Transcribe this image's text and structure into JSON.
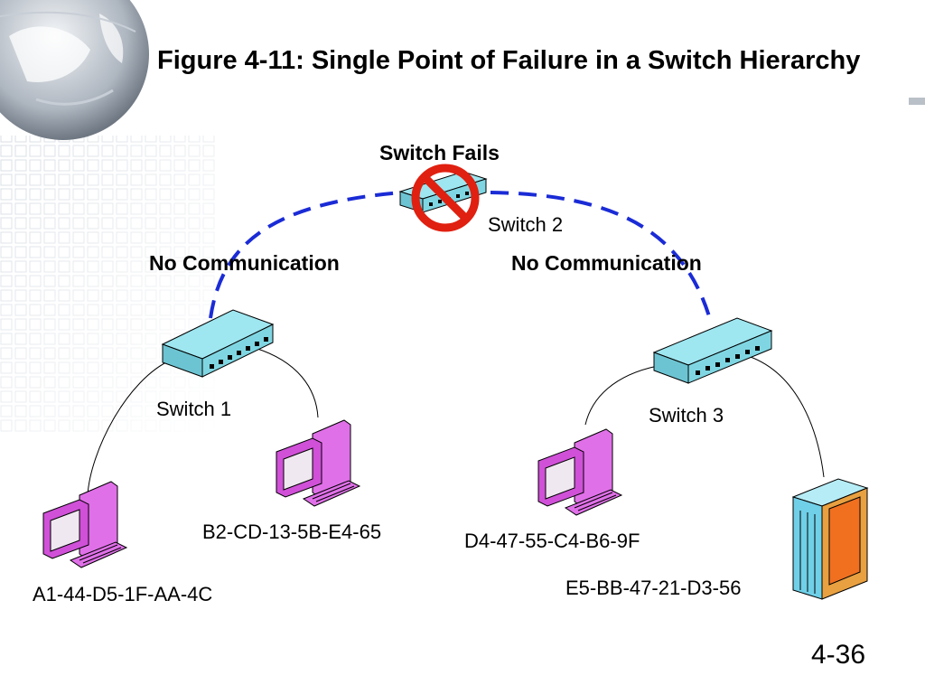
{
  "slide": {
    "title": "Figure 4-11: Single Point of Failure in a Switch Hierarchy",
    "page_number": "4-36"
  },
  "diagram": {
    "failure_label": "Switch Fails",
    "left_link_label": "No Communication",
    "right_link_label": "No Communication",
    "switches": [
      "Switch 1",
      "Switch 2",
      "Switch 3"
    ],
    "hosts": {
      "host_a": "A1-44-D5-1F-AA-4C",
      "host_b": "B2-CD-13-5B-E4-65",
      "host_d": "D4-47-55-C4-B6-9F",
      "server_e": "E5-BB-47-21-D3-56"
    }
  },
  "colors": {
    "dashed_link": "#1a2bd6",
    "switch_top": "#9ee6f0",
    "computer": "#e070e8",
    "no_symbol": "#e02010",
    "server_body": "#6fd0e8"
  }
}
